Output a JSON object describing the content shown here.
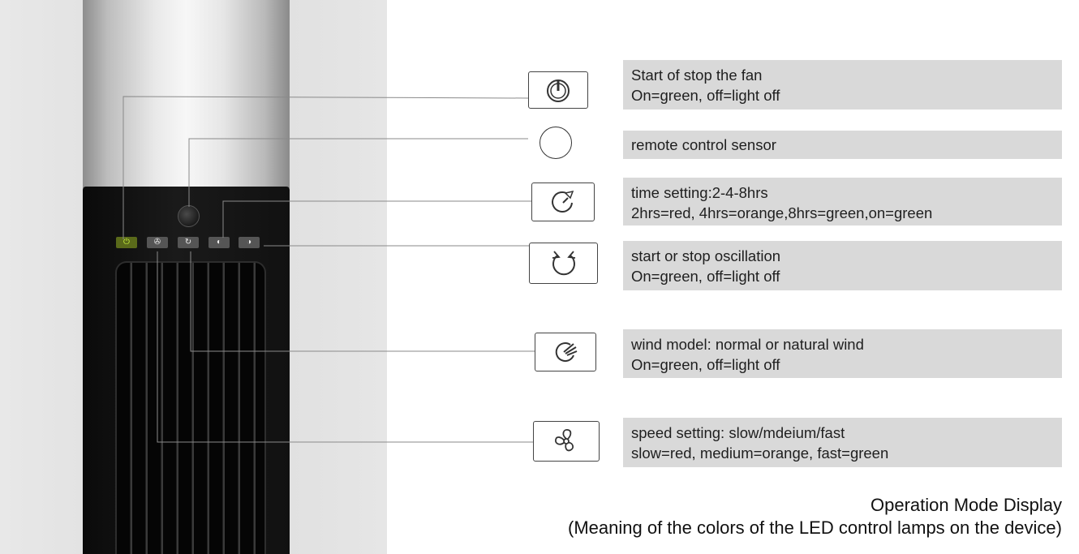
{
  "panel_buttons": [
    {
      "icon": "power-icon",
      "glyph": "⏻",
      "state": "on"
    },
    {
      "icon": "fan-icon",
      "glyph": "✇",
      "state": "off"
    },
    {
      "icon": "timer-icon",
      "glyph": "↻",
      "state": "off"
    },
    {
      "icon": "wind-icon",
      "glyph": "◐",
      "state": "off"
    },
    {
      "icon": "oscillation-icon",
      "glyph": "◑",
      "state": "off"
    }
  ],
  "items": [
    {
      "icon": "power-icon",
      "line1": "Start of stop the fan",
      "line2": "On=green, off=light off"
    },
    {
      "icon": "remote-sensor-icon",
      "line1": "remote control sensor",
      "line2": ""
    },
    {
      "icon": "timer-icon",
      "line1": "time setting:2-4-8hrs",
      "line2": "2hrs=red, 4hrs=orange,8hrs=green,on=green"
    },
    {
      "icon": "oscillation-icon",
      "line1": "start or stop oscillation",
      "line2": "On=green, off=light off"
    },
    {
      "icon": "wind-mode-icon",
      "line1": "wind model: normal or natural wind",
      "line2": "On=green, off=light off"
    },
    {
      "icon": "fan-speed-icon",
      "line1": "speed setting: slow/mdeium/fast",
      "line2": "slow=red, medium=orange, fast=green"
    }
  ],
  "caption": {
    "line1": "Operation Mode Display",
    "line2": "(Meaning of the colors of the LED control lamps on the device)"
  },
  "colors": {
    "label_bg": "#d9d9d9",
    "led_green": "#c8f040",
    "tower_black": "#111111"
  }
}
